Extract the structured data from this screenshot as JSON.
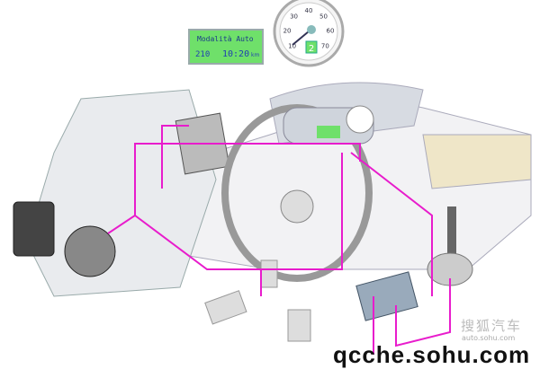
{
  "display": {
    "title": "Modalità Auto",
    "odometer": "210",
    "clock": "10:20",
    "unit": "km"
  },
  "gauge": {
    "ticks": [
      "10",
      "20",
      "30",
      "40",
      "50",
      "60",
      "70"
    ],
    "gear": "2"
  },
  "watermark": {
    "brand_cn": "搜狐汽车",
    "url": "auto.sohu.com",
    "footer": "qcche.sohu.com"
  },
  "colors": {
    "wiring": "#e81ccc",
    "lcd": "#6fe06a"
  }
}
